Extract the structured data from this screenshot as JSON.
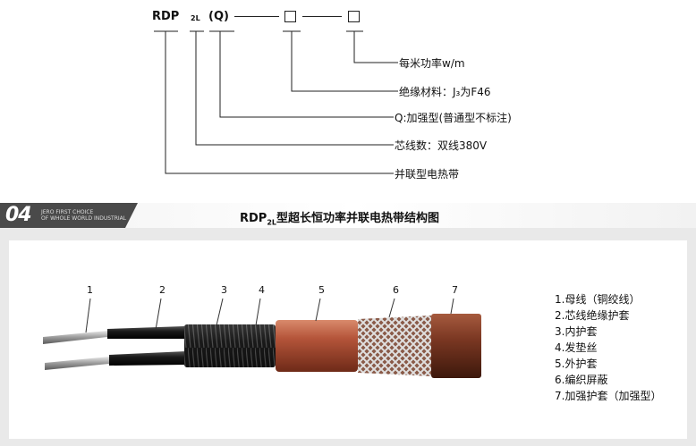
{
  "model_code": {
    "prefix": "RDP",
    "cores": "2L",
    "reinforced": "(Q)"
  },
  "annotations": [
    "每米功率w/m",
    "绝缘材料：J₃为F46",
    "Q:加强型(普通型不标注)",
    "芯线数：双线380V",
    "并联型电热带"
  ],
  "section_badge": {
    "number": "04",
    "line1": "JERO FIRST CHOICE",
    "line2": "OF WHOLE WORLD INDUSTRIAL"
  },
  "figure_title": {
    "main": "RDP",
    "sub": "2L",
    "rest": "型超长恒功率并联电热带结构图"
  },
  "part_numbers": [
    "1",
    "2",
    "3",
    "4",
    "5",
    "6",
    "7"
  ],
  "legend": [
    "1.母线（铜绞线）",
    "2.芯线绝缘护套",
    "3.内护套",
    "4.发垫丝",
    "5.外护套",
    "6.编织屏蔽",
    "7.加强护套（加强型）"
  ],
  "colors": {
    "header_bar": "#4a4a4a",
    "panel_bg": "#e9e9e9",
    "outer_jacket": "#b5553a",
    "core_insulation": "#1e1e1e",
    "copper": "#b8b8b8"
  }
}
